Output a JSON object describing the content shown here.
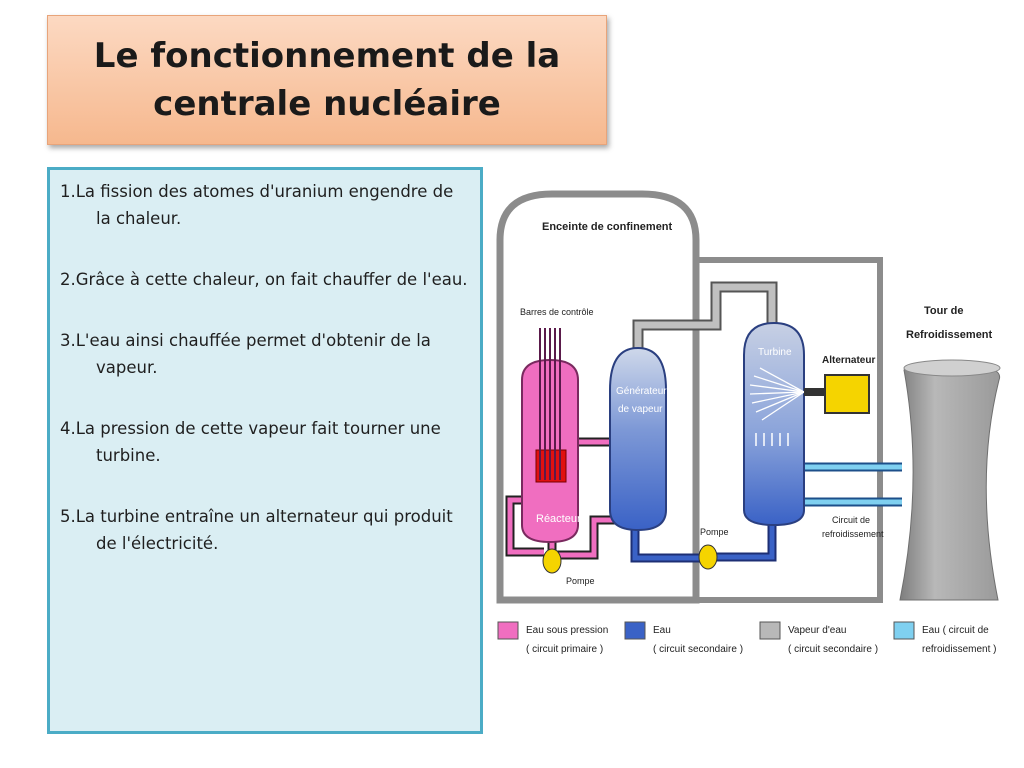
{
  "slide": {
    "title_line1": "Le fonctionnement de la",
    "title_line2": "centrale nucléaire"
  },
  "steps": [
    "1.La fission des atomes d'uranium engendre de la chaleur.",
    "2.Grâce à cette chaleur, on fait chauffer de l'eau.",
    "3.L'eau ainsi chauffée permet d'obtenir de la vapeur.",
    "4.La pression de cette vapeur fait tourner une turbine.",
    "5.La turbine entraîne un alternateur qui produit de l'électricité."
  ],
  "diagram": {
    "labels": {
      "enceinte": "Enceinte de confinement",
      "barres": "Barres de contrôle",
      "reacteur": "Réacteur",
      "generateur_l1": "Générateur",
      "generateur_l2": "de vapeur",
      "turbine": "Turbine",
      "alternateur": "Alternateur",
      "tour_l1": "Tour de",
      "tour_l2": "Refroidissement",
      "pompe_primaire": "Pompe",
      "pompe_secondaire": "Pompe",
      "circuit_l1": "Circuit de",
      "circuit_l2": "refroidissement"
    },
    "legend": [
      {
        "line1": "Eau sous pression",
        "line2": "( circuit primaire )",
        "color": "#f06ec0"
      },
      {
        "line1": "Eau",
        "line2": "( circuit secondaire )",
        "color": "#3a62c6"
      },
      {
        "line1": "Vapeur d'eau",
        "line2": "( circuit secondaire )",
        "color": "#b8b8b8"
      },
      {
        "line1": "Eau ( circuit de",
        "line2": "refroidissement )",
        "color": "#7fd0f0"
      }
    ],
    "colors": {
      "primary": "#f06ec0",
      "secondary": "#3a62c6",
      "steam": "#b8b8b8",
      "cooling": "#7fd0f0",
      "alternator": "#f5d400",
      "pump": "#f5d400",
      "core": "#e01010"
    }
  }
}
